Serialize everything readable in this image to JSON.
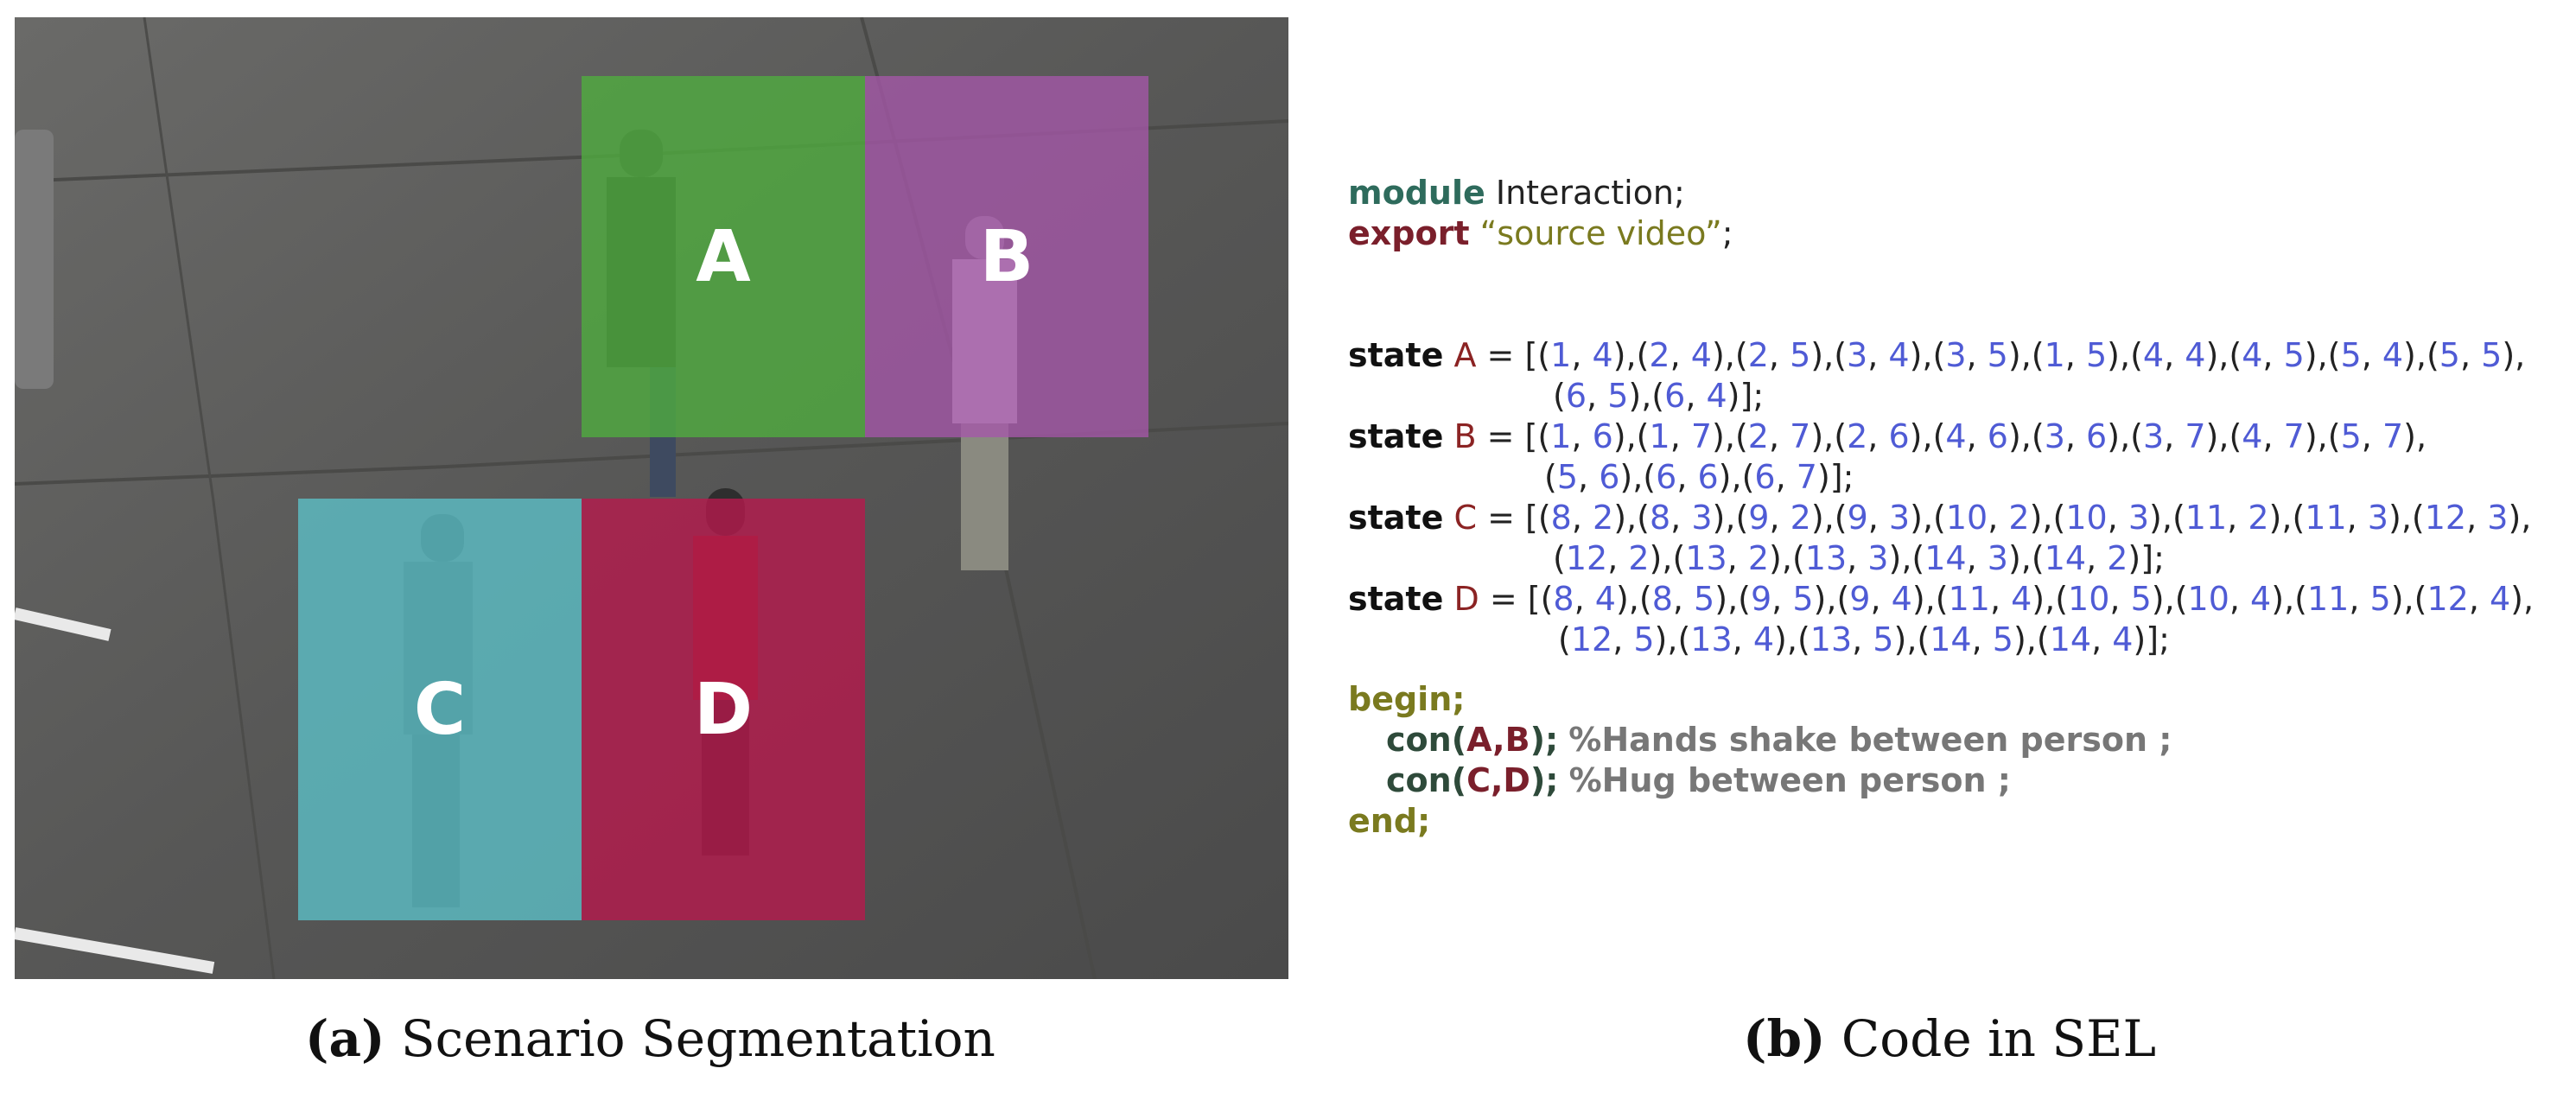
{
  "figure": {
    "regions": [
      {
        "label": "A",
        "color": "#4fae3e"
      },
      {
        "label": "B",
        "color": "#a457a8"
      },
      {
        "label": "C",
        "color": "#5cc0c8"
      },
      {
        "label": "D",
        "color": "#b8184d"
      }
    ],
    "caption_a": {
      "tag": "(a)",
      "text": "Scenario Segmentation"
    },
    "caption_b": {
      "tag": "(b)",
      "text": "Code in SEL"
    }
  },
  "code": {
    "module_kw": "module",
    "module_name": "Interaction;",
    "export_kw": "export",
    "export_value": "“source video”",
    "export_end": ";",
    "state_kw": "state",
    "states": [
      {
        "name": "A",
        "lines": [
          [
            "(1, 4)",
            "(2, 4)",
            "(2, 5)",
            "(3, 4)",
            "(3, 5)",
            "(1, 5)",
            "(4, 4)",
            "(4, 5)",
            "(5, 4)",
            "(5, 5)"
          ],
          [
            "(6, 5)",
            "(6, 4)"
          ]
        ]
      },
      {
        "name": "B",
        "lines": [
          [
            "(1, 6)",
            "(1, 7)",
            "(2, 7)",
            "(2, 6)",
            "(4, 6)",
            "(3, 6)",
            "(3, 7)",
            "(4, 7)",
            "(5, 7)"
          ],
          [
            "(5, 6)",
            "(6, 6)",
            "(6, 7)"
          ]
        ]
      },
      {
        "name": "C",
        "lines": [
          [
            "(8, 2)",
            "(8, 3)",
            "(9, 2)",
            "(9, 3)",
            "(10, 2)",
            "(10, 3)",
            "(11, 2)",
            "(11, 3)",
            "(12, 3)"
          ],
          [
            "(12, 2)",
            "(13, 2)",
            "(13, 3)",
            "(14, 3)",
            "(14, 2)"
          ]
        ]
      },
      {
        "name": "D",
        "lines": [
          [
            "(8, 4)",
            "(8, 5)",
            "(9, 5)",
            "(9, 4)",
            "(11, 4)",
            "(10, 5)",
            "(10, 4)",
            "(11, 5)",
            "(12, 4)"
          ],
          [
            "(12, 5)",
            "(13, 4)",
            "(13, 5)",
            "(14, 5)",
            "(14, 4)"
          ]
        ]
      }
    ],
    "begin_kw": "begin;",
    "con_statements": [
      {
        "fn": "con",
        "args": "A,B",
        "comment": "%Hands shake between person ;"
      },
      {
        "fn": "con",
        "args": "C,D",
        "comment": "%Hug between person ;"
      }
    ],
    "end_kw": "end;"
  }
}
